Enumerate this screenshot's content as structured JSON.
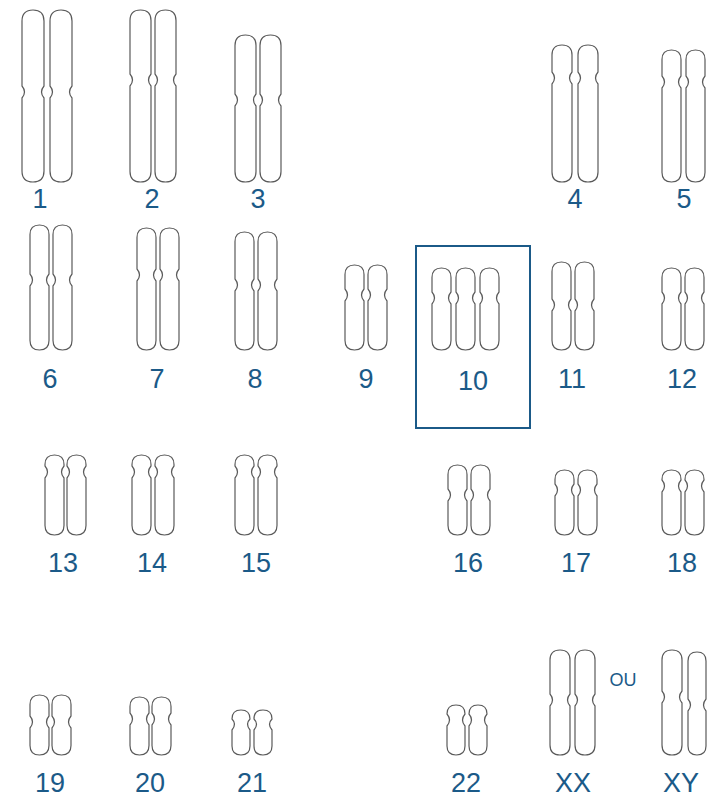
{
  "diagram": {
    "nodes": [
      {
        "text": [
          "10"
        ]
      }
    ],
    "labels": [
      "1",
      "2",
      "3",
      "4",
      "5",
      "6",
      "7",
      "8",
      "9",
      "11",
      "12",
      "13",
      "14",
      "15",
      "16",
      "17",
      "18",
      "19",
      "20",
      "21",
      "22",
      "XX",
      "OU",
      "XY"
    ]
  }
}
